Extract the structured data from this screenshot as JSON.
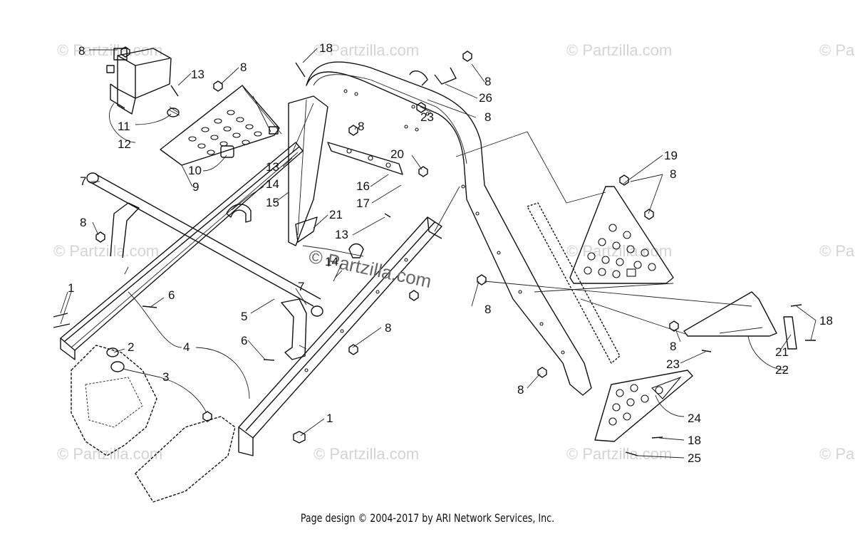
{
  "footer": {
    "text": "Page design © 2004-2017 by ARI Network Services, Inc."
  },
  "watermark": {
    "text": "© Partzilla.com",
    "main_text": "© Partzilla.com"
  },
  "callouts": {
    "c8a": "8",
    "c13a": "13",
    "c8b": "8",
    "c11": "11",
    "c12": "12",
    "c10": "10",
    "c9": "9",
    "c18a": "18",
    "c8c": "8",
    "c26": "26",
    "c23a": "23",
    "c8d": "8",
    "c8e": "8",
    "c20": "20",
    "c16": "16",
    "c17": "17",
    "c19": "19",
    "c8f": "8",
    "c13b": "13",
    "c14a": "14",
    "c15": "15",
    "c21a": "21",
    "c13c": "13",
    "c14b": "14",
    "c7a": "7",
    "c8g": "8",
    "c1a": "1",
    "c6a": "6",
    "c7b": "7",
    "c5": "5",
    "c8h": "8",
    "c8i": "8",
    "c4": "4",
    "c6b": "6",
    "c2": "2",
    "c3": "3",
    "c1b": "1",
    "c18b": "18",
    "c8j": "8",
    "c21b": "21",
    "c23b": "23",
    "c22": "22",
    "c8k": "8",
    "c24": "24",
    "c18c": "18",
    "c25": "25"
  }
}
